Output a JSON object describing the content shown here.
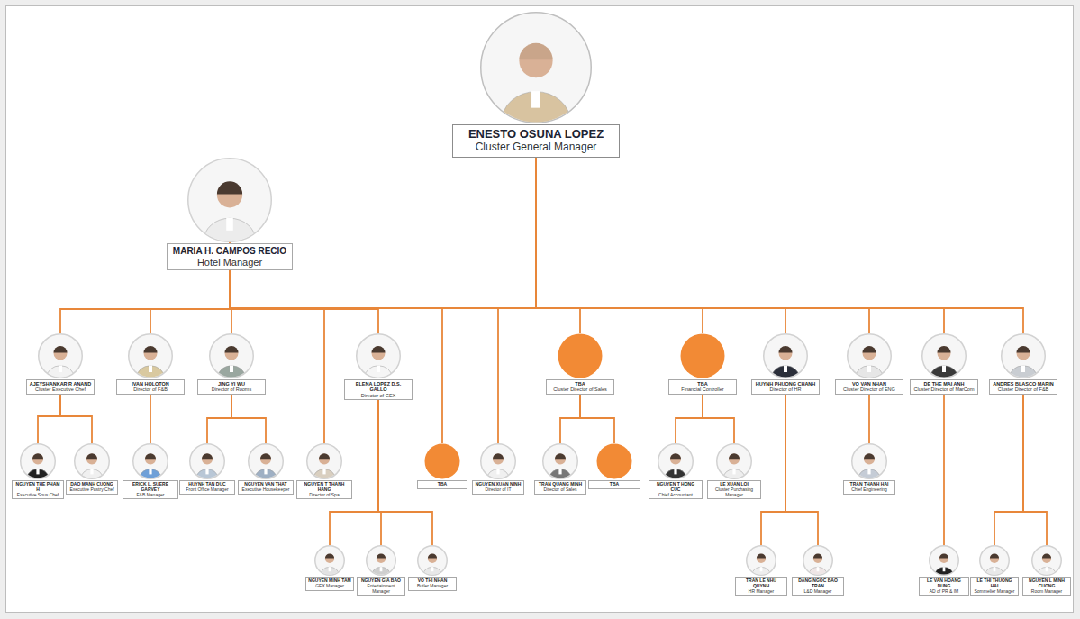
{
  "diagram": {
    "nodes": [
      {
        "text": [
          "ENESTO OSUNA LOPEZ",
          "Cluster General Manager"
        ]
      },
      {
        "text": [
          "MARIA H. CAMPOS RECIO",
          "Hotel Manager"
        ]
      },
      {
        "text": [
          "AJEYSHANKAR R ANAND",
          "Cluster Executive Chef"
        ]
      },
      {
        "text": [
          "IVAN HOLOTON",
          "Director of F&B"
        ]
      },
      {
        "text": [
          "JING YI WU",
          "Director of Rooms"
        ]
      },
      {
        "text": [
          "ELENA LOPEZ D.S. GALLO",
          "Director of GEX"
        ]
      },
      {
        "text": [
          "TBA",
          "Cluster Director of Sales"
        ]
      },
      {
        "text": [
          "TBA",
          "Financial Controller"
        ]
      },
      {
        "text": [
          "HUYNH PHUONG CHANH",
          "Director of HR"
        ]
      },
      {
        "text": [
          "VO VAN NHAN",
          "Cluster Director of ENG"
        ]
      },
      {
        "text": [
          "DE THE MAI ANH",
          "Cluster Director of MarCom"
        ]
      },
      {
        "text": [
          "ANDRES BLASCO MARIN",
          "Cluster Director of F&B"
        ]
      },
      {
        "text": [
          "NGUYEN THE PHAM H",
          "Executive Sous Chef"
        ]
      },
      {
        "text": [
          "DAO MANH CUONG",
          "Executive Pastry Chef"
        ]
      },
      {
        "text": [
          "ERICK L. SUERE GARVEY",
          "F&B Manager"
        ]
      },
      {
        "text": [
          "HUYNH TAN DUC",
          "Front Office Manager"
        ]
      },
      {
        "text": [
          "NGUYEN VAN THAT",
          "Executive Housekeeper"
        ]
      },
      {
        "text": [
          "NGUYEN T THANH HANG",
          "Director of Spa"
        ]
      },
      {
        "text": [
          "TBA"
        ]
      },
      {
        "text": [
          "NGUYEN XUAN NINH",
          "Director of IT"
        ]
      },
      {
        "text": [
          "TRAN QUANG MINH",
          "Director of Sales"
        ]
      },
      {
        "text": [
          "TBA"
        ]
      },
      {
        "text": [
          "NGUYEN T HONG CUC",
          "Chief Accountant"
        ]
      },
      {
        "text": [
          "LE XUAN LOI",
          "Cluster Purchasing Manager"
        ]
      },
      {
        "text": [
          "TRAN THANH HAI",
          "Chief Engineering"
        ]
      },
      {
        "text": [
          "NGUYEN MINH TAM",
          "GEX Manager"
        ]
      },
      {
        "text": [
          "NGUYEN GIA BAO",
          "Entertainment Manager"
        ]
      },
      {
        "text": [
          "VO THI NHAN",
          "Butler Manager"
        ]
      },
      {
        "text": [
          "TRAN LE NHU QUYNH",
          "HR Manager"
        ]
      },
      {
        "text": [
          "DANG NGOC BAO TRAN",
          "L&D Manager"
        ]
      },
      {
        "text": [
          "LE VAN HOANG DUNG",
          "AD of PR & IM"
        ]
      },
      {
        "text": [
          "LE THI THUONG HAI",
          "Sommelier Manager"
        ]
      },
      {
        "text": [
          "NGUYEN L MINH CUONG",
          "Room Manager"
        ]
      }
    ],
    "edges": [
      {
        "from": 0,
        "to": 1,
        "arrow": "none"
      },
      {
        "from": 1,
        "to": 2,
        "arrow": "none"
      },
      {
        "from": 1,
        "to": 3,
        "arrow": "none"
      },
      {
        "from": 1,
        "to": 4,
        "arrow": "none"
      },
      {
        "from": 1,
        "to": 17,
        "arrow": "none"
      },
      {
        "from": 1,
        "to": 5,
        "arrow": "none"
      },
      {
        "from": 0,
        "to": 18,
        "arrow": "none"
      },
      {
        "from": 0,
        "to": 19,
        "arrow": "none"
      },
      {
        "from": 0,
        "to": 6,
        "arrow": "none"
      },
      {
        "from": 0,
        "to": 7,
        "arrow": "none"
      },
      {
        "from": 0,
        "to": 8,
        "arrow": "none"
      },
      {
        "from": 0,
        "to": 9,
        "arrow": "none"
      },
      {
        "from": 0,
        "to": 10,
        "arrow": "none"
      },
      {
        "from": 0,
        "to": 11,
        "arrow": "none"
      },
      {
        "from": 2,
        "to": 12,
        "arrow": "none"
      },
      {
        "from": 2,
        "to": 13,
        "arrow": "none"
      },
      {
        "from": 3,
        "to": 14,
        "arrow": "none"
      },
      {
        "from": 4,
        "to": 15,
        "arrow": "none"
      },
      {
        "from": 4,
        "to": 16,
        "arrow": "none"
      },
      {
        "from": 6,
        "to": 20,
        "arrow": "none"
      },
      {
        "from": 6,
        "to": 21,
        "arrow": "none"
      },
      {
        "from": 7,
        "to": 22,
        "arrow": "none"
      },
      {
        "from": 7,
        "to": 23,
        "arrow": "none"
      },
      {
        "from": 8,
        "to": 28,
        "arrow": "none"
      },
      {
        "from": 8,
        "to": 29,
        "arrow": "none"
      },
      {
        "from": 9,
        "to": 24,
        "arrow": "none"
      },
      {
        "from": 10,
        "to": 30,
        "arrow": "none"
      },
      {
        "from": 11,
        "to": 31,
        "arrow": "none"
      },
      {
        "from": 11,
        "to": 32,
        "arrow": "none"
      },
      {
        "from": 5,
        "to": 25,
        "arrow": "none"
      },
      {
        "from": 5,
        "to": 26,
        "arrow": "none"
      },
      {
        "from": 5,
        "to": 27,
        "arrow": "none"
      }
    ]
  }
}
